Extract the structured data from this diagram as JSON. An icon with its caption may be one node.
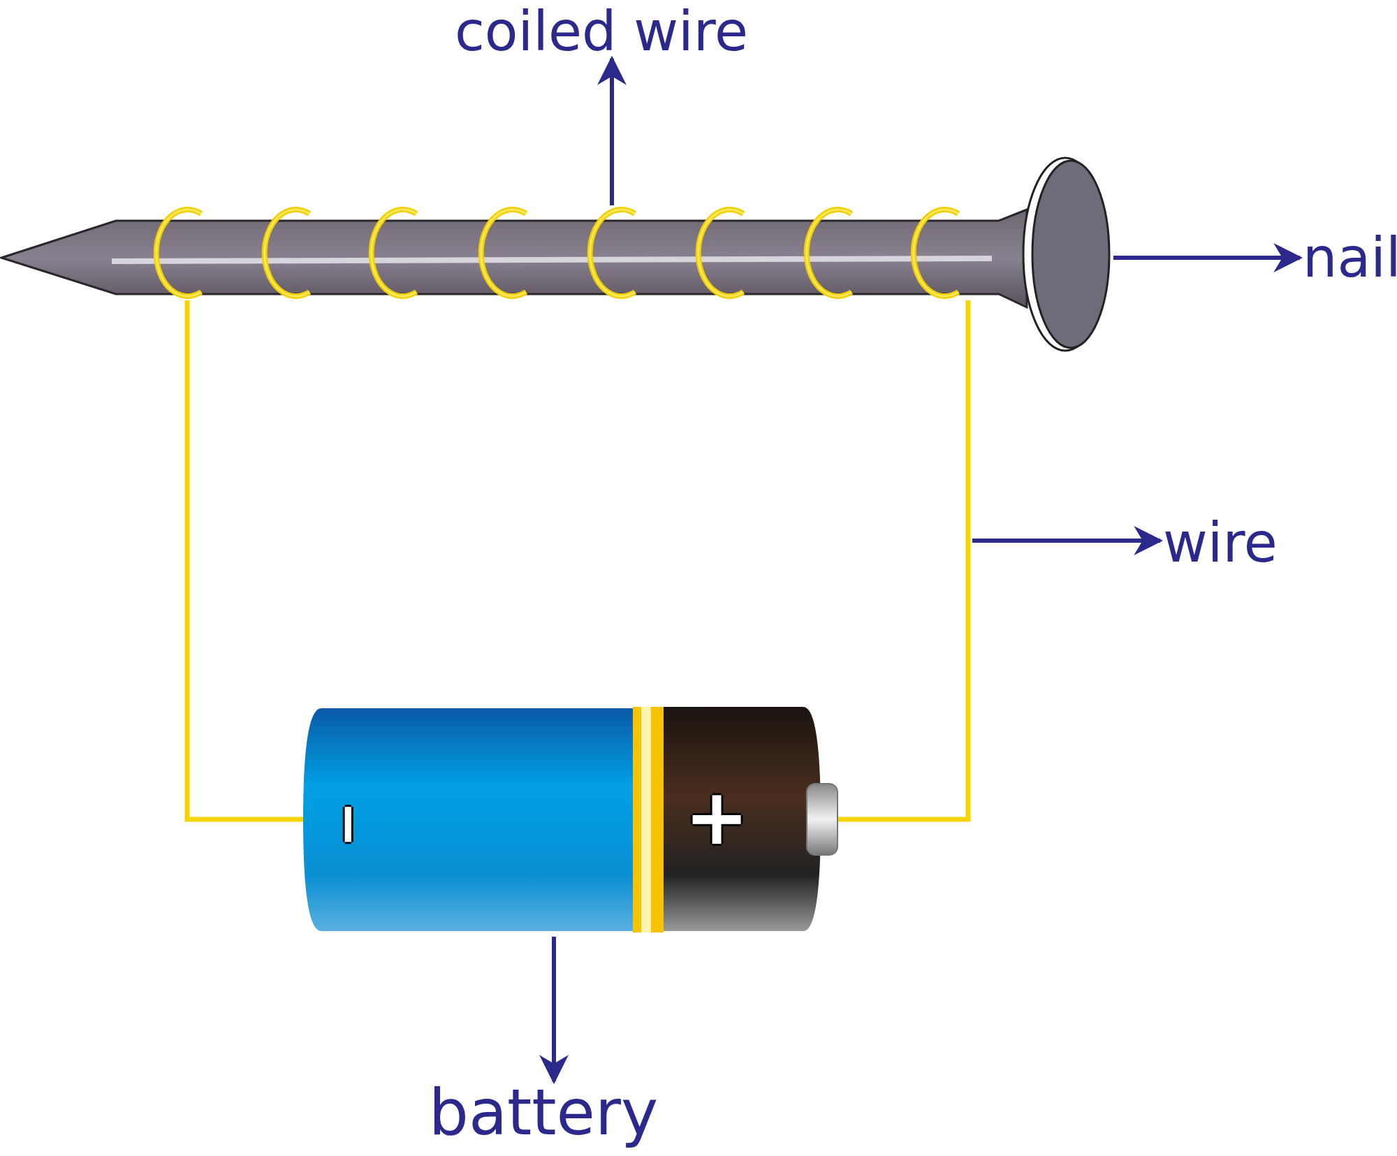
{
  "diagram": {
    "nodes": [
      {
        "text": [
          "coiled wire"
        ]
      },
      {
        "text": [],
        "shape": "picture",
        "in": 2
      },
      {
        "text": [],
        "shape": "picture"
      },
      {
        "text": [
          "nail"
        ]
      },
      {
        "text": [],
        "shape": "picture"
      },
      {
        "text": [
          "wire"
        ]
      },
      {
        "text": [],
        "shape": "picture"
      },
      {
        "text": [
          "battery"
        ]
      }
    ],
    "edges": [
      {
        "from": 1,
        "to": 0,
        "arrow": "to"
      },
      {
        "from": 2,
        "to": 3,
        "arrow": "to"
      },
      {
        "from": 4,
        "to": 5,
        "arrow": "to"
      },
      {
        "from": 6,
        "to": 7,
        "arrow": "to"
      }
    ],
    "labels": [
      "−",
      "+"
    ]
  }
}
